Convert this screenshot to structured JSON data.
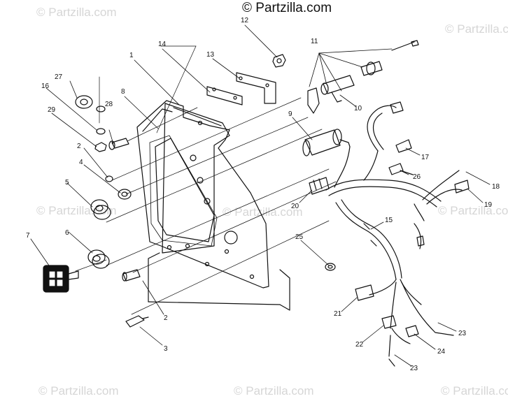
{
  "brand": {
    "copyright_symbol": "©",
    "name": "Partzilla.com"
  },
  "watermark": {
    "text": "© Partzilla.com"
  },
  "callouts": {
    "c1": "1",
    "c2a": "2",
    "c2b": "2",
    "c3": "3",
    "c4": "4",
    "c5": "5",
    "c6": "6",
    "c7": "7",
    "c8": "8",
    "c9": "9",
    "c10": "10",
    "c11": "11",
    "c12": "12",
    "c13": "13",
    "c14": "14",
    "c15": "15",
    "c16": "16",
    "c17": "17",
    "c18": "18",
    "c19": "19",
    "c20": "20",
    "c21": "21",
    "c22": "22",
    "c23a": "23",
    "c23b": "23",
    "c24": "24",
    "c25": "25",
    "c26": "26",
    "c27": "27",
    "c28": "28",
    "c29": "29"
  }
}
